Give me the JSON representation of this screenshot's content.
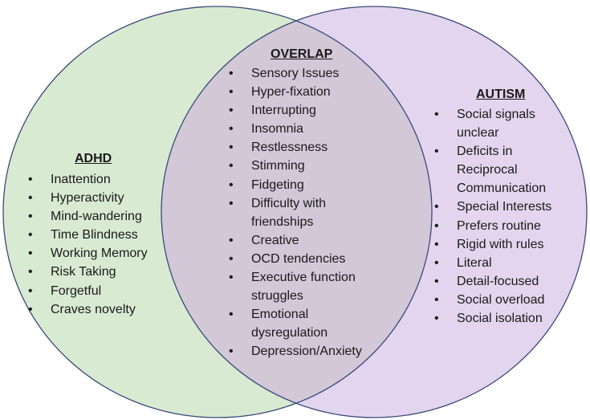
{
  "colors": {
    "left_fill": "#d9ead3",
    "right_fill": "#e3d5ee",
    "overlap_fill": "#d3c8d8",
    "outline": "#3b4a7a"
  },
  "adhd": {
    "title": "ADHD",
    "items": [
      "Inattention",
      "Hyperactivity",
      "Mind-wandering",
      "Time Blindness",
      "Working Memory",
      "Risk Taking",
      "Forgetful",
      "Craves novelty"
    ]
  },
  "overlap": {
    "title": "OVERLAP",
    "items": [
      "Sensory Issues",
      "Hyper-fixation",
      "Interrupting",
      "Insomnia",
      "Restlessness",
      "Stimming",
      "Fidgeting",
      "Difficulty with friendships",
      "Creative",
      "OCD tendencies",
      "Executive function struggles",
      "Emotional dysregulation",
      "Depression/Anxiety"
    ]
  },
  "autism": {
    "title": "AUTISM",
    "items": [
      "Social signals unclear",
      "Deficits in Reciprocal Communication",
      "Special Interests",
      "Prefers routine",
      "Rigid with rules",
      "Literal",
      "Detail-focused",
      "Social overload",
      "Social isolation"
    ]
  }
}
